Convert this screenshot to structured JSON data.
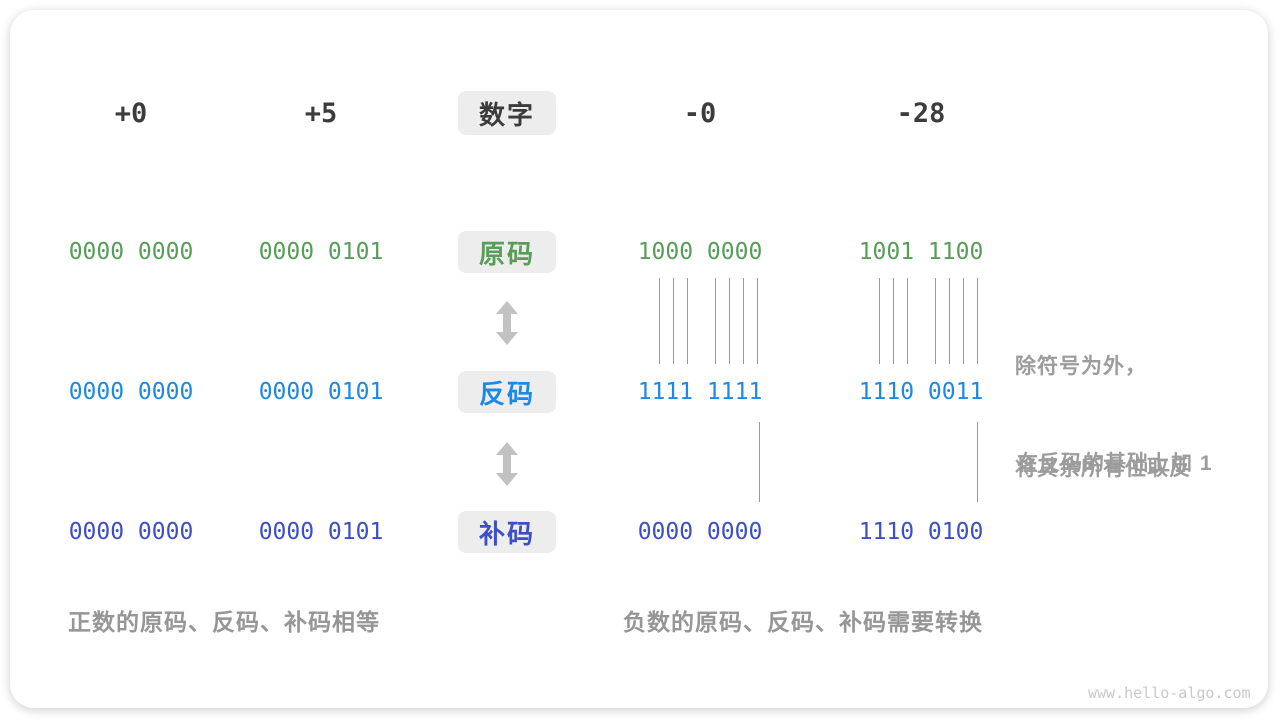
{
  "palette": {
    "sign_magnitude_green": "#579E58",
    "ones_complement_blue": "#1E88E5",
    "twos_complement_indigo": "#3D4EC9",
    "annotation_gray": "#9C9C9C",
    "caption_gray": "#969696",
    "header_dark": "#3C3C3C",
    "tag_background": "#EDEDED",
    "connector_line": "#999999",
    "arrow_gray": "#C2C2C2",
    "watermark_gray": "#C9C9C9"
  },
  "header": {
    "numbers": [
      "+0",
      "+5",
      "-0",
      "-28"
    ],
    "label": "数字"
  },
  "rows": [
    {
      "label": "原码",
      "codes": [
        "0000 0000",
        "0000 0101",
        "1000 0000",
        "1001 1100"
      ]
    },
    {
      "label": "反码",
      "codes": [
        "0000 0000",
        "0000 0101",
        "1111 1111",
        "1110 0011"
      ]
    },
    {
      "label": "补码",
      "codes": [
        "0000 0000",
        "0000 0101",
        "0000 0000",
        "1110 0100"
      ]
    }
  ],
  "annotations": {
    "invert_line1": "除符号为外，",
    "invert_line2": "将其余所有位取反",
    "add_one": "在反码的基础上加 1"
  },
  "captions": {
    "positive": "正数的原码、反码、补码相等",
    "negative": "负数的原码、反码、补码需要转换"
  },
  "watermark": "www.hello-algo.com"
}
